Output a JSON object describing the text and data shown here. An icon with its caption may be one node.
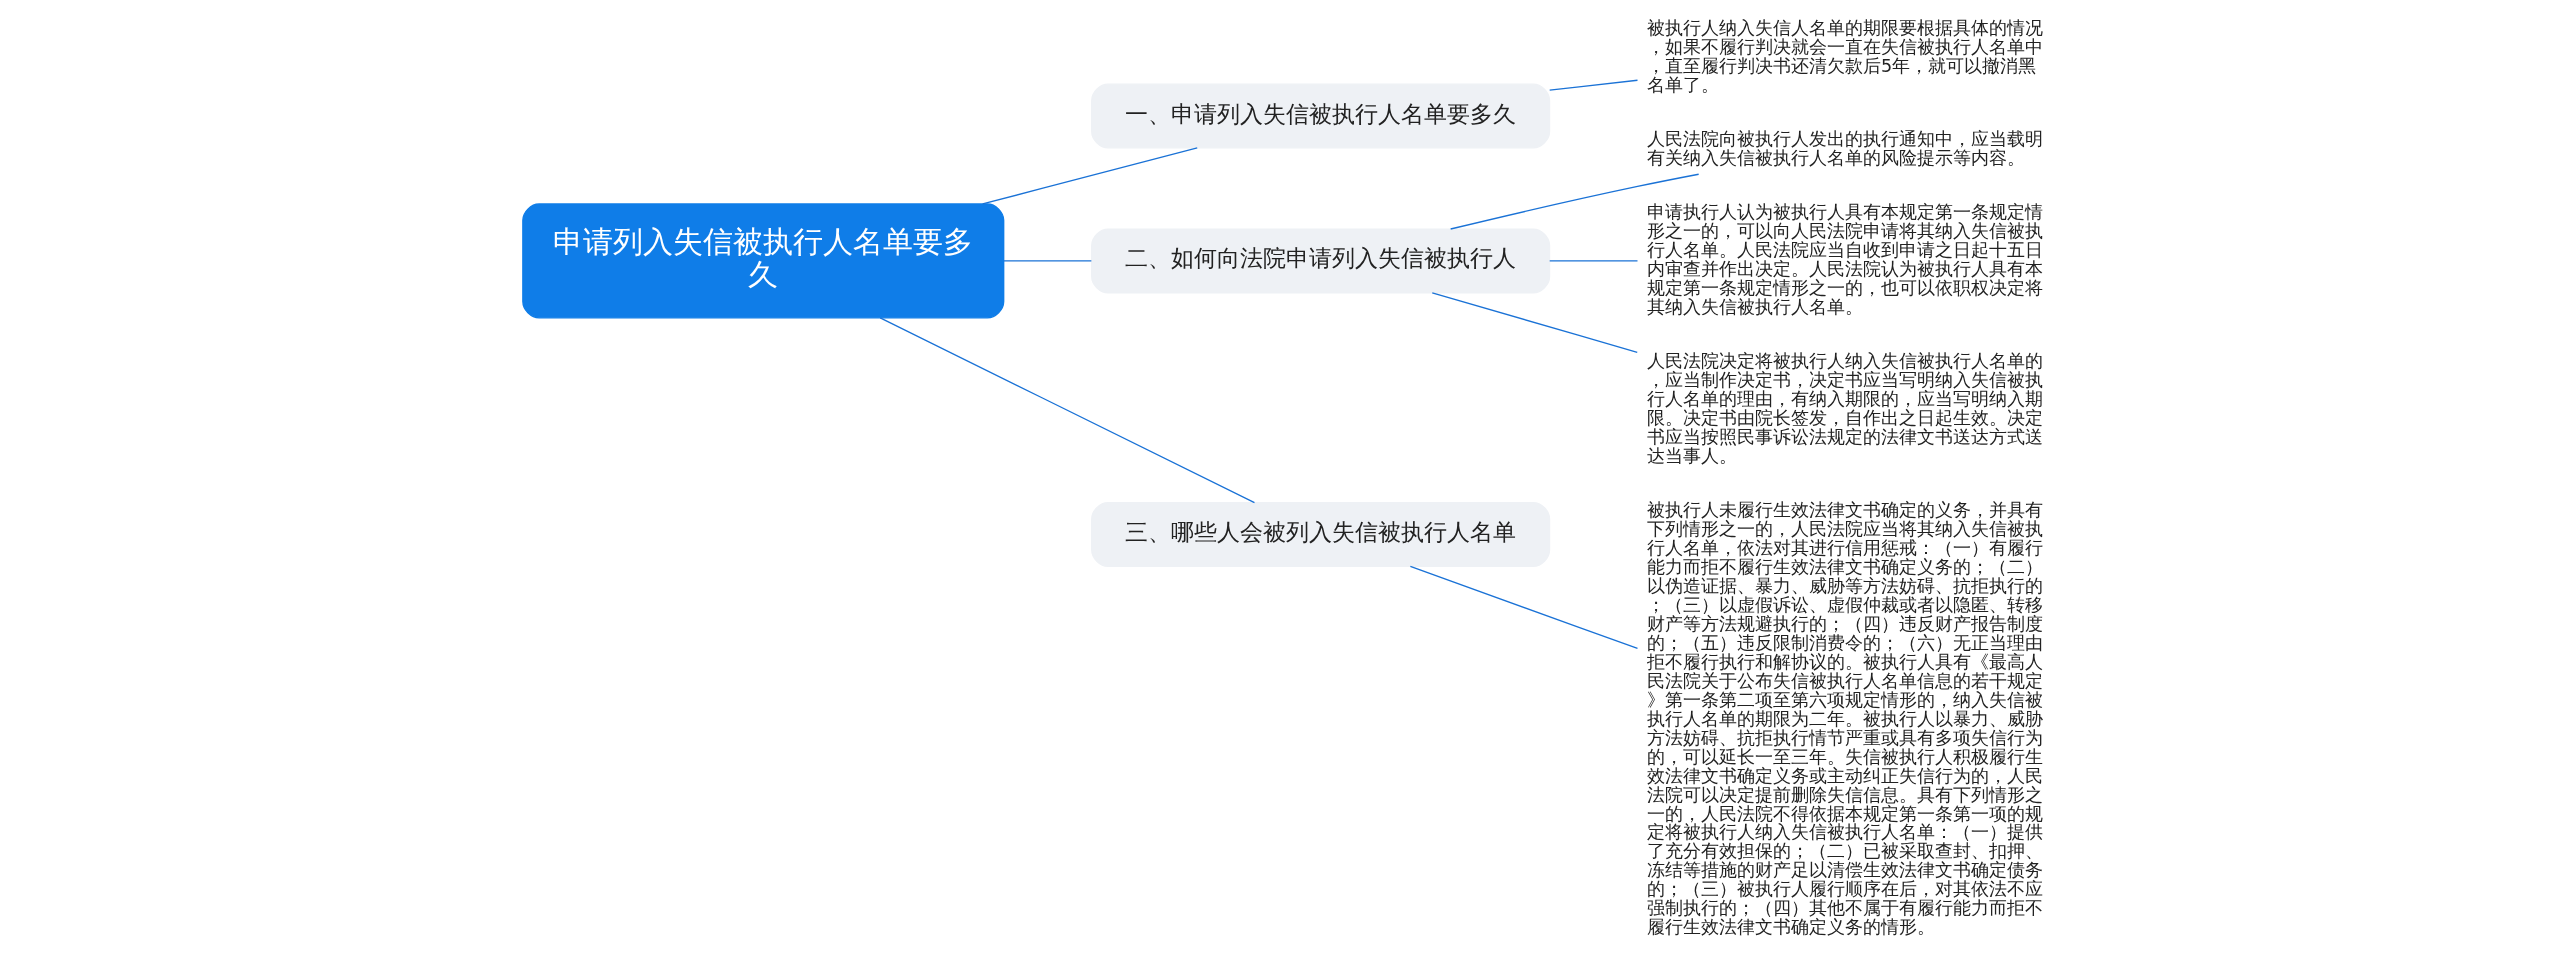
{
  "diagram": {
    "nodes": [
      {
        "text": [
          "申请列入失信被执行人名单要多久"
        ]
      },
      {
        "text": [
          "一、申请列入失信被执行人名单要多久"
        ]
      },
      {
        "text": [
          "二、如何向法院申请列入失信被执行人"
        ]
      },
      {
        "text": [
          "三、哪些人会被列入失信被执行人名单"
        ]
      },
      {
        "text": [
          "被执行人纳入失信人名单的期限要根据具体的情况，如果不履行判决就会一直在失信被执行人名单中，直至履行判决书还清欠款后5年，就可以撤消黑名单了。"
        ]
      },
      {
        "text": [
          "人民法院向被执行人发出的执行通知中，应当载明有关纳入失信被执行人名单的风险提示等内容。"
        ]
      },
      {
        "text": [
          "申请执行人认为被执行人具有本规定第一条规定情形之一的，可以向人民法院申请将其纳入失信被执行人名单。人民法院应当自收到申请之日起十五日内审查并作出决定。人民法院认为被执行人具有本规定第一条规定情形之一的，也可以依职权决定将其纳入失信被执行人名单。"
        ]
      },
      {
        "text": [
          "人民法院决定将被执行人纳入失信被执行人名单的，应当制作决定书，决定书应当写明纳入失信被执行人名单的理由，有纳入期限的，应当写明纳入期限。决定书由院长签发，自作出之日起生效。决定书应当按照民事诉讼法规定的法律文书送达方式送达当事人。"
        ]
      },
      {
        "text": [
          "被执行人未履行生效法律文书确定的义务，并具有下列情形之一的，人民法院应当将其纳入失信被执行人名单，依法对其进行信用惩戒：（一）有履行能力而拒不履行生效法律文书确定义务的；（二）以伪造证据、暴力、威胁等方法妨碍、抗拒执行的；（三）以虚假诉讼、虚假仲裁或者以隐匿、转移财产等方法规避执行的；（四）违反财产报告制度的；（五）违反限制消费令的；（六）无正当理由拒不履行执行和解协议的。被执行人具有《最高人民法院关于公布失信被执行人名单信息的若干规定》第一条第二项至第六项规定情形的，纳入失信被执行人名单的期限为二年。被执行人以暴力、威胁方法妨碍、抗拒执行情节严重或具有多项失信行为的，可以延长一至三年。失信被执行人积极履行生效法律文书确定义务或主动纠正失信行为的，人民法院可以决定提前删除失信信息。具有下列情形之一的，人民法院不得依据本规定第一条第一项的规定将被执行人纳入失信被执行人名单：（一）提供了充分有效担保的；（二）已被采取查封、扣押、冻结等措施的财产足以清偿生效法律文书确定债务的；（三）被执行人履行顺序在后，对其依法不应强制执行的；（四）其他不属于有履行能力而拒不履行生效法律文书确定义务的情形。"
        ]
      }
    ],
    "edges": [
      {
        "from": 0,
        "to": 1,
        "arrow": "none"
      },
      {
        "from": 0,
        "to": 2,
        "arrow": "none"
      },
      {
        "from": 0,
        "to": 3,
        "arrow": "none"
      },
      {
        "from": 1,
        "to": 4,
        "arrow": "none"
      },
      {
        "from": 2,
        "to": 5,
        "arrow": "none"
      },
      {
        "from": 2,
        "to": 6,
        "arrow": "none"
      },
      {
        "from": 2,
        "to": 7,
        "arrow": "none"
      },
      {
        "from": 3,
        "to": 8,
        "arrow": "none"
      }
    ]
  }
}
